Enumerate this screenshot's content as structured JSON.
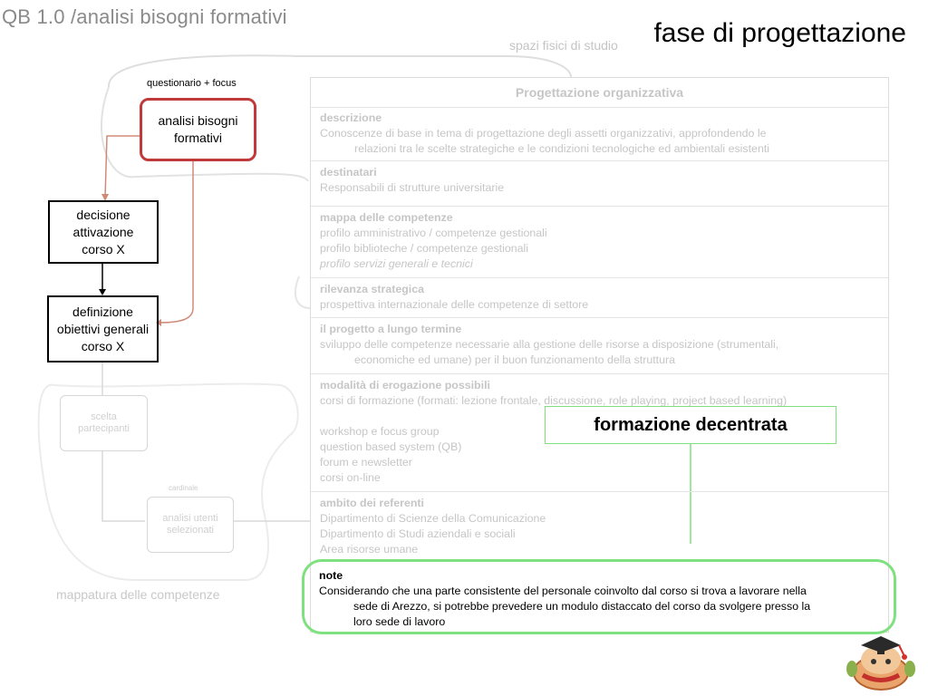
{
  "header": {
    "title": "QB 1.0 /analisi bisogni formativi",
    "phase": "fase di progettazione",
    "spazi": "spazi fisici di studio"
  },
  "flow": {
    "qf_label": "questionario + focus",
    "analisi": "analisi bisogni formativi",
    "decisione": [
      "decisione",
      "attivazione",
      "corso X"
    ],
    "definizione": [
      "definizione",
      "obiettivi generali",
      "corso X"
    ],
    "scelta": [
      "scelta",
      "partecipanti"
    ],
    "cardinale": "cardinale",
    "analisi_utenti": [
      "analisi utenti",
      "selezionati"
    ],
    "mappatura": "mappatura delle competenze"
  },
  "panel": {
    "title": "Progettazione organizzativa",
    "descrizione": {
      "heading": "descrizione",
      "line1": "Conoscenze di base in tema di progettazione degli assetti organizzativi, approfondendo le",
      "line2": "relazioni tra le scelte strategiche e le condizioni tecnologiche ed ambientali esistenti"
    },
    "destinatari": {
      "heading": "destinatari",
      "line1": "Responsabili di strutture universitarie"
    },
    "mappa": {
      "heading": "mappa delle competenze",
      "line1": "profilo amministrativo / competenze gestionali",
      "line2": "profilo biblioteche / competenze gestionali",
      "line3": "profilo servizi generali e tecnici"
    },
    "rilevanza": {
      "heading": "rilevanza strategica",
      "line1": "prospettiva internazionale delle competenze di settore"
    },
    "progetto": {
      "heading": "il progetto a lungo termine",
      "line1": "sviluppo delle competenze necessarie alla gestione delle risorse a disposizione (strumentali,",
      "line2": "economiche ed umane) per il buon funzionamento della struttura"
    },
    "modalita": {
      "heading": "modalità di erogazione possibili",
      "line1": "corsi di formazione (formati: lezione frontale, discussione, role playing, project based learning)",
      "line2": "workshop e focus group",
      "line3": "question based system (QB)",
      "line4": "forum e newsletter",
      "line5": "corsi on-line"
    },
    "ambito": {
      "heading": "ambito dei referenti",
      "line1": "Dipartimento di Scienze della Comunicazione",
      "line2": "Dipartimento di Studi aziendali e sociali",
      "line3": "Area risorse umane"
    },
    "note": {
      "heading": "note",
      "line1": "Considerando che  una parte consistente del personale coinvolto dal corso si trova a lavorare nella",
      "line2": "sede di Arezzo, si potrebbe prevedere un modulo distaccato del corso da svolgere presso la",
      "line3": "loro sede di lavoro"
    }
  },
  "callout": "formazione decentrata",
  "colors": {
    "accent_red": "#c0393b",
    "callout_green": "#7fe07f",
    "faded_gray": "#c6c6c6"
  }
}
